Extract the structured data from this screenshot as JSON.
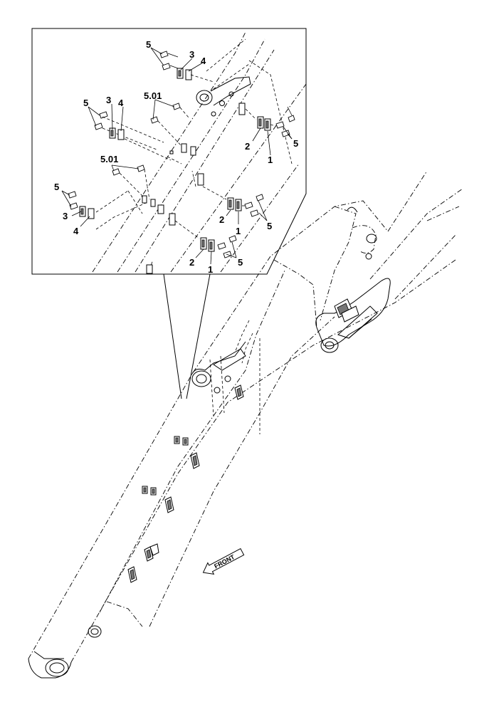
{
  "diagram": {
    "callouts": {
      "c5_a": "5",
      "c3_a": "3",
      "c4_a": "4",
      "c5_b": "5",
      "c3_b": "3",
      "c4_b": "4",
      "c501_a": "5.01",
      "c2_a": "2",
      "c1_a": "1",
      "c5_c": "5",
      "c501_b": "5.01",
      "c5_d": "5",
      "c3_c": "3",
      "c4_c": "4",
      "c2_b": "2",
      "c1_b": "1",
      "c5_e": "5",
      "c2_c": "2",
      "c1_c": "1",
      "c5_f": "5"
    },
    "front_label": "FRONT"
  }
}
